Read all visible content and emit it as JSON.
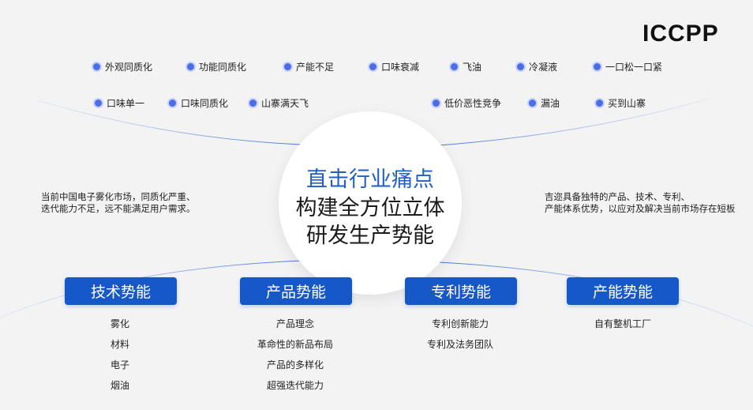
{
  "logo": "ICCPP",
  "colors": {
    "accent": "#1658c7",
    "dot": "#4d6de8",
    "title_blue": "#1f5fc6"
  },
  "tags_row1": [
    "外观同质化",
    "功能同质化",
    "产能不足",
    "口味衰减",
    "飞油",
    "冷凝液",
    "一口松一口紧"
  ],
  "tags_row2": [
    "口味单一",
    "口味同质化",
    "山寨满天飞",
    "低价恶性竞争",
    "漏油",
    "买到山寨"
  ],
  "center": {
    "line1": "直击行业痛点",
    "line2": "构建全方位立体",
    "line3": "研发生产势能"
  },
  "left_text": {
    "line1": "当前中国电子雾化市场，同质化严重、",
    "line2": "迭代能力不足，远不能满足用户需求。"
  },
  "right_text": {
    "line1": "吉迩具备独特的产品、技术、专利、",
    "line2": "产能体系优势，以应对及解决当前市场存在短板"
  },
  "pillars": [
    {
      "title": "技术势能",
      "items": [
        "雾化",
        "材料",
        "电子",
        "烟油"
      ]
    },
    {
      "title": "产品势能",
      "items": [
        "产品理念",
        "革命性的新品布局",
        "产品的多样化",
        "超强迭代能力"
      ]
    },
    {
      "title": "专利势能",
      "items": [
        "专利创新能力",
        "专利及法务团队"
      ]
    },
    {
      "title": "产能势能",
      "items": [
        "自有整机工厂"
      ]
    }
  ]
}
